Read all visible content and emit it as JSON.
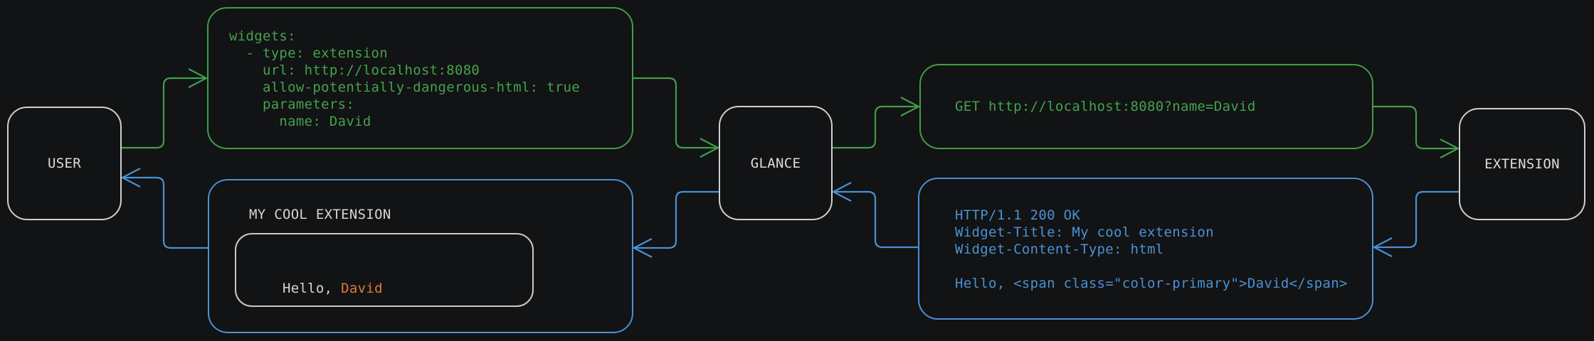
{
  "diagram": {
    "nodes": {
      "user": {
        "label": "USER"
      },
      "glance": {
        "label": "GLANCE"
      },
      "extension": {
        "label": "EXTENSION"
      }
    },
    "messages": {
      "config": {
        "code": "widgets:\n  - type: extension\n    url: http://localhost:8080\n    allow-potentially-dangerous-html: true\n    parameters:\n      name: David"
      },
      "request": {
        "code": "GET http://localhost:8080?name=David"
      },
      "response": {
        "code": "HTTP/1.1 200 OK\nWidget-Title: My cool extension\nWidget-Content-Type: html\n\nHello, <span class=\"color-primary\">David</span>"
      },
      "widget_preview": {
        "title": "MY COOL EXTENSION",
        "greeting_prefix": "Hello, ",
        "greeting_name": "David"
      }
    },
    "colors": {
      "request_flow_green": "#3f9e49",
      "response_flow_blue": "#4a91d6",
      "neutral_border": "#cfcfcf",
      "accent_orange": "#e0793d",
      "background": "#121314"
    }
  }
}
